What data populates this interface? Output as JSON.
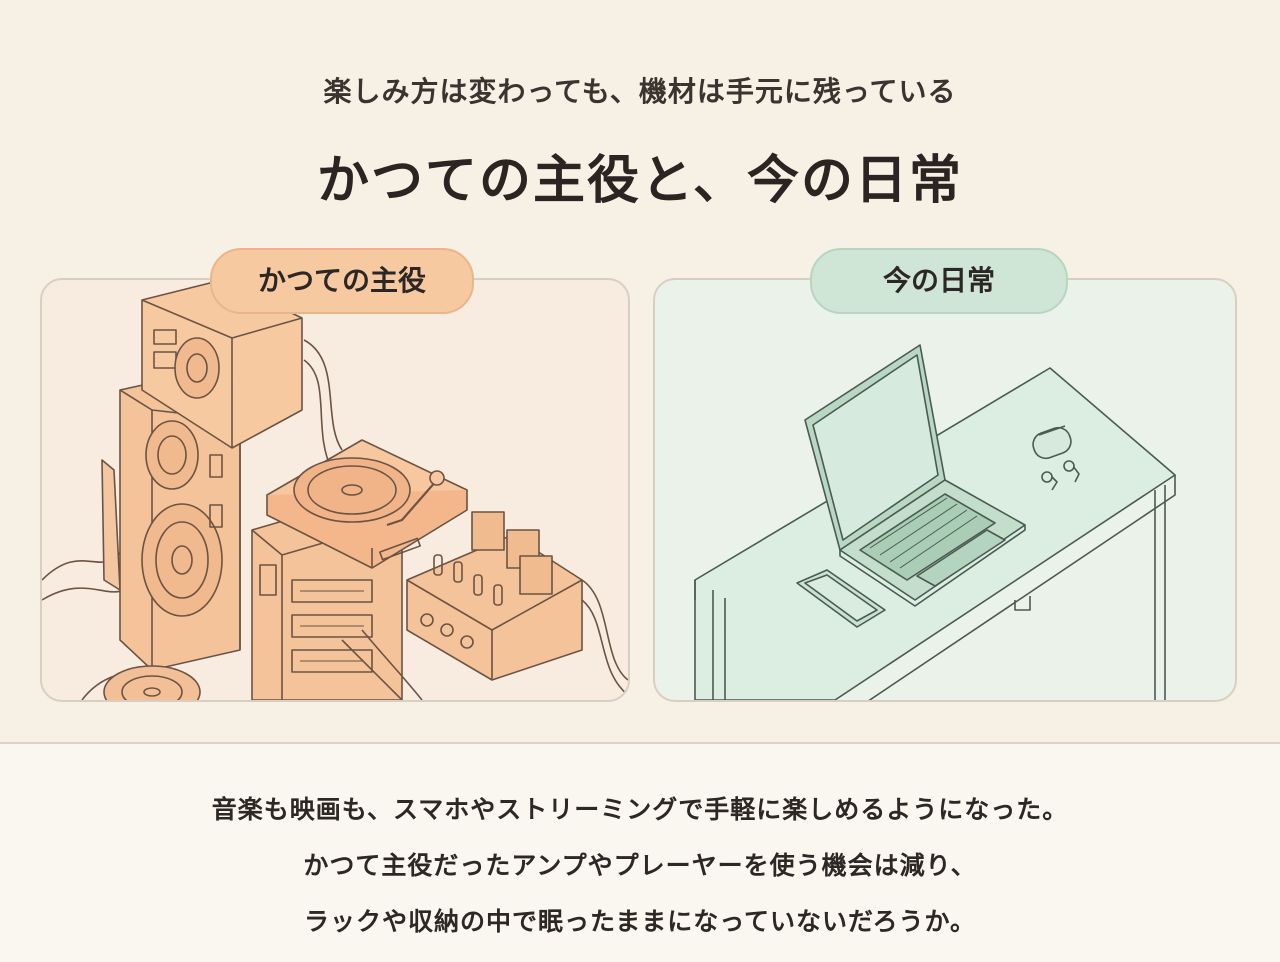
{
  "header": {
    "subtitle": "楽しみ方は変わっても、機材は手元に残っている",
    "title": "かつての主役と、今の日常"
  },
  "panels": {
    "left": {
      "label": "かつての主役",
      "accent": "#f7c9a0",
      "background": "#f8ebdf",
      "icons": [
        "speaker-icon",
        "turntable-icon",
        "amplifier-icon",
        "stereo-rack-icon",
        "vinyl-record-icon"
      ]
    },
    "right": {
      "label": "今の日常",
      "accent": "#cfe6d7",
      "background": "#eaf2ea",
      "icons": [
        "laptop-icon",
        "smartphone-icon",
        "earbuds-icon",
        "desk-icon"
      ]
    }
  },
  "caption": {
    "line1": "音楽も映画も、スマホやストリーミングで手軽に楽しめるようになった。",
    "line2": "かつて主役だったアンプやプレーヤーを使う機会は減り、",
    "line3": "ラックや収納の中で眠ったままになっていないだろうか。"
  }
}
